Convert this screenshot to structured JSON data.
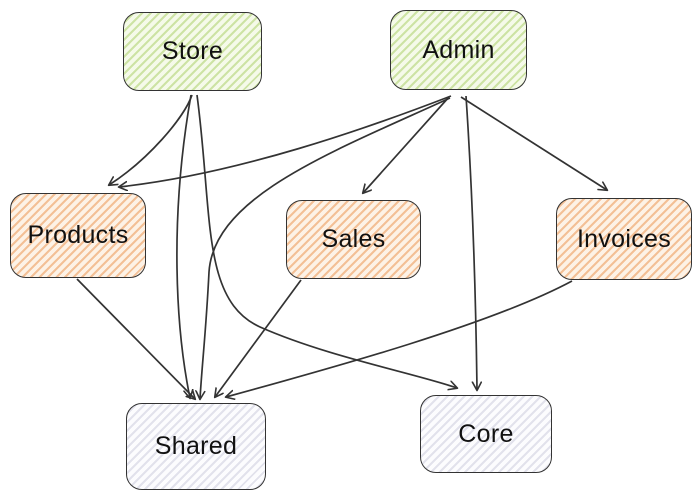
{
  "diagram": {
    "type": "flowchart",
    "background": "#ffffff",
    "edge_color": "#333333",
    "nodes": [
      {
        "id": "store",
        "label": "Store",
        "group": "app",
        "stripe_color": "#cde3a4",
        "bg_color": "#f5fae9",
        "border_color": "#333333"
      },
      {
        "id": "admin",
        "label": "Admin",
        "group": "app",
        "stripe_color": "#cde3a4",
        "bg_color": "#f5fae9",
        "border_color": "#333333"
      },
      {
        "id": "products",
        "label": "Products",
        "group": "module",
        "stripe_color": "#f3c096",
        "bg_color": "#fdf2e6",
        "border_color": "#333333"
      },
      {
        "id": "sales",
        "label": "Sales",
        "group": "module",
        "stripe_color": "#f3c096",
        "bg_color": "#fdf2e6",
        "border_color": "#333333"
      },
      {
        "id": "invoices",
        "label": "Invoices",
        "group": "module",
        "stripe_color": "#f3c096",
        "bg_color": "#fdf2e6",
        "border_color": "#333333"
      },
      {
        "id": "shared",
        "label": "Shared",
        "group": "support",
        "stripe_color": "#e2e2ec",
        "bg_color": "#fcfcfe",
        "border_color": "#333333"
      },
      {
        "id": "core",
        "label": "Core",
        "group": "support",
        "stripe_color": "#e2e2ec",
        "bg_color": "#fcfcfe",
        "border_color": "#333333"
      }
    ],
    "edges": [
      {
        "from": "store",
        "to": "products"
      },
      {
        "from": "store",
        "to": "shared"
      },
      {
        "from": "store",
        "to": "core"
      },
      {
        "from": "admin",
        "to": "products"
      },
      {
        "from": "admin",
        "to": "sales"
      },
      {
        "from": "admin",
        "to": "invoices"
      },
      {
        "from": "admin",
        "to": "shared"
      },
      {
        "from": "admin",
        "to": "core"
      },
      {
        "from": "products",
        "to": "shared"
      },
      {
        "from": "sales",
        "to": "shared"
      },
      {
        "from": "invoices",
        "to": "shared"
      }
    ]
  }
}
